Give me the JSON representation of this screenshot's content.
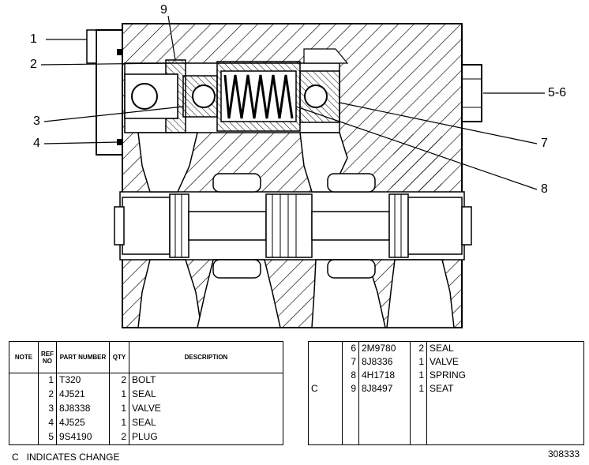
{
  "callouts": {
    "c1": "1",
    "c2": "2",
    "c3": "3",
    "c4": "4",
    "c56": "5-6",
    "c7": "7",
    "c8": "8",
    "c9": "9"
  },
  "parts_table": {
    "headers": {
      "note": "NOTE",
      "ref": "REF NO",
      "part": "PART NUMBER",
      "qty": "QTY",
      "desc": "DESCRIPTION"
    },
    "left_rows": [
      {
        "note": "",
        "ref": "1",
        "part": "T320",
        "qty": "2",
        "desc": "BOLT"
      },
      {
        "note": "",
        "ref": "2",
        "part": "4J521",
        "qty": "1",
        "desc": "SEAL"
      },
      {
        "note": "",
        "ref": "3",
        "part": "8J8338",
        "qty": "1",
        "desc": "VALVE"
      },
      {
        "note": "",
        "ref": "4",
        "part": "4J525",
        "qty": "1",
        "desc": "SEAL"
      },
      {
        "note": "",
        "ref": "5",
        "part": "9S4190",
        "qty": "2",
        "desc": "PLUG"
      }
    ],
    "right_rows": [
      {
        "note": "",
        "ref": "6",
        "part": "2M9780",
        "qty": "2",
        "desc": "SEAL"
      },
      {
        "note": "",
        "ref": "7",
        "part": "8J8336",
        "qty": "1",
        "desc": "VALVE"
      },
      {
        "note": "",
        "ref": "8",
        "part": "4H1718",
        "qty": "1",
        "desc": "SPRING"
      },
      {
        "note": "C",
        "ref": "9",
        "part": "8J8497",
        "qty": "1",
        "desc": "SEAT"
      }
    ]
  },
  "footer": {
    "legend": "C   INDICATES CHANGE",
    "drawing_number": "308333"
  }
}
